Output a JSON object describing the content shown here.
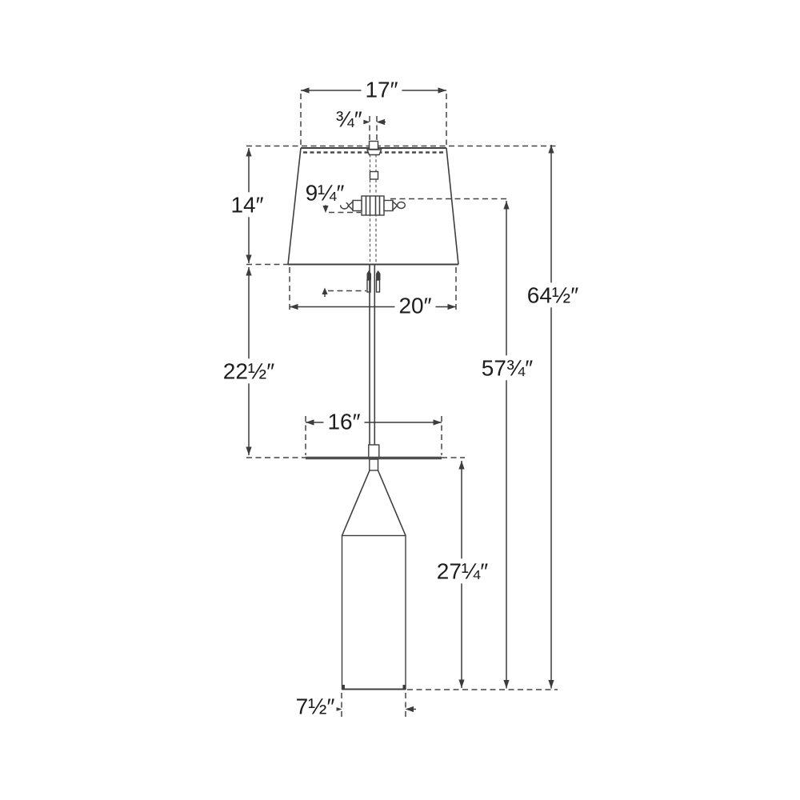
{
  "diagram": {
    "description": "Floor lamp dimension line drawing",
    "colors": {
      "line": "#3f3f3f",
      "text": "#1d1d1d",
      "background": "#ffffff"
    },
    "dimensions": {
      "shade_top_width": "17″",
      "fitter_width": "¾″",
      "shade_height": "14″",
      "socket_drop": "9¼″",
      "shade_bottom_width": "20″",
      "shade_to_tray": "22½″",
      "tray_width": "16″",
      "overall_height": "64½″",
      "floor_to_socket": "57¾″",
      "floor_to_tray": "27¼″",
      "base_width": "7½″"
    }
  }
}
